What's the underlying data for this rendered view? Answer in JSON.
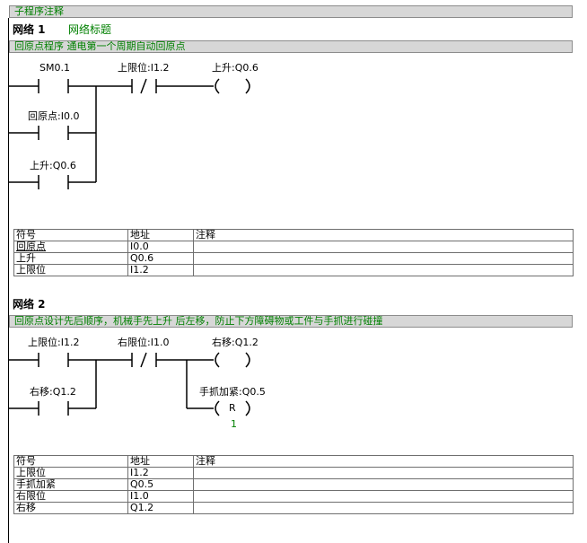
{
  "subroutine_comment": "子程序注释",
  "networks": [
    {
      "label": "网络 1",
      "title": "网络标题",
      "comment": "回原点程序 通电第一个周期自动回原点",
      "contacts": [
        {
          "label": "SM0.1"
        },
        {
          "label": "回原点:I0.0"
        },
        {
          "label": "上升:Q0.6"
        },
        {
          "label": "上限位:I1.2"
        }
      ],
      "coils": [
        {
          "label": "上升:Q0.6",
          "symbol": "( )"
        }
      ],
      "table": {
        "headers": [
          "符号",
          "地址",
          "注释"
        ],
        "rows": [
          [
            "回原点",
            "I0.0",
            ""
          ],
          [
            "上升",
            "Q0.6",
            ""
          ],
          [
            "上限位",
            "I1.2",
            ""
          ]
        ]
      }
    },
    {
      "label": "网络 2",
      "title": "",
      "comment": "回原点设计先后顺序，机械手先上升 后左移，防止下方障碍物或工件与手抓进行碰撞",
      "contacts": [
        {
          "label": "上限位:I1.2"
        },
        {
          "label": "右移:Q1.2"
        },
        {
          "label": "右限位:I1.0"
        }
      ],
      "coils": [
        {
          "label": "右移:Q1.2",
          "symbol": "( )"
        },
        {
          "label": "手抓加紧:Q0.5",
          "symbol": "( R )",
          "letter": "R",
          "count": "1"
        }
      ],
      "table": {
        "headers": [
          "符号",
          "地址",
          "注释"
        ],
        "rows": [
          [
            "上限位",
            "I1.2",
            ""
          ],
          [
            "手抓加紧",
            "Q0.5",
            ""
          ],
          [
            "右限位",
            "I1.0",
            ""
          ],
          [
            "右移",
            "Q1.2",
            ""
          ]
        ]
      }
    }
  ]
}
